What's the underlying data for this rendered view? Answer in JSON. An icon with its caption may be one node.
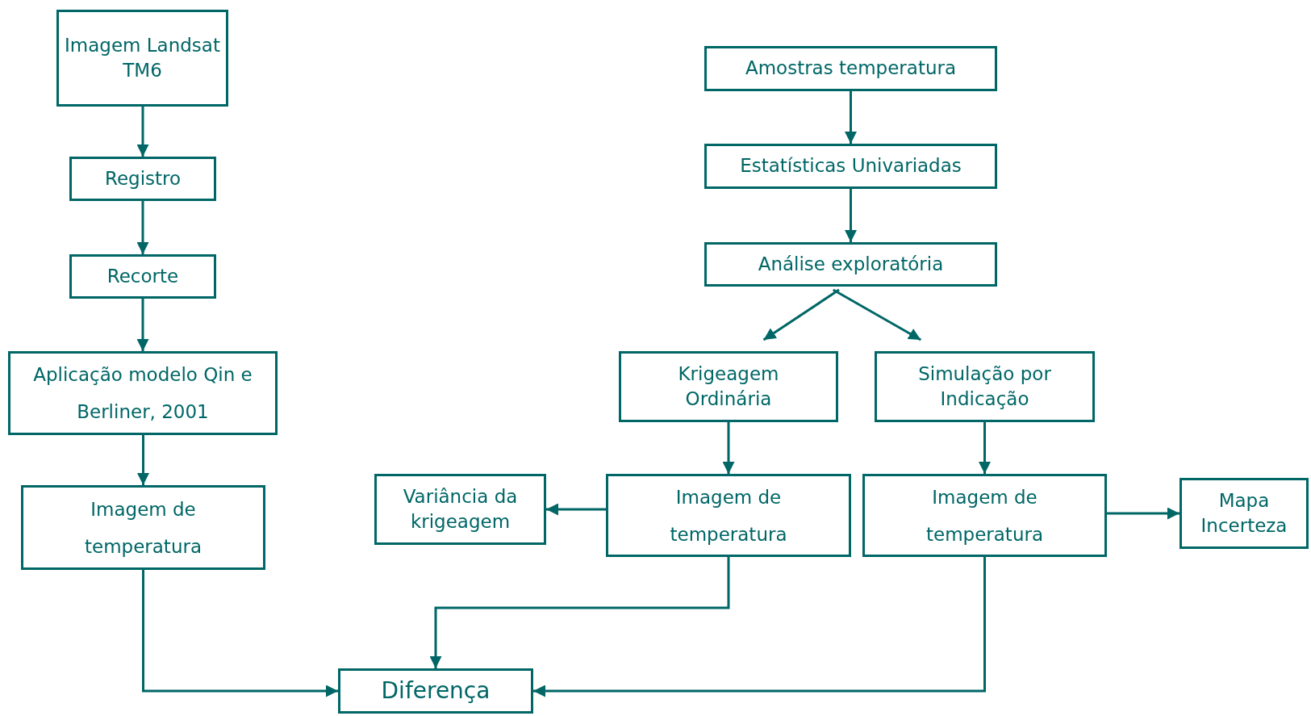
{
  "diagram": {
    "nodes": [
      {
        "text": [
          "Imagem Landsat TM6"
        ]
      },
      {
        "text": [
          "Registro"
        ]
      },
      {
        "text": [
          "Recorte"
        ]
      },
      {
        "text": [
          "Aplicação modelo Qin e Berliner, 2001"
        ]
      },
      {
        "text": [
          "Imagem de temperatura"
        ]
      },
      {
        "text": [
          "Amostras temperatura"
        ]
      },
      {
        "text": [
          "Estatísticas Univariadas"
        ]
      },
      {
        "text": [
          "Análise exploratória"
        ]
      },
      {
        "text": [
          "Krigeagem Ordinária"
        ]
      },
      {
        "text": [
          "Simulação por Indicação"
        ]
      },
      {
        "text": [
          "Variância da krigeagem"
        ]
      },
      {
        "text": [
          "Imagem de temperatura"
        ]
      },
      {
        "text": [
          "Imagem de temperatura"
        ]
      },
      {
        "text": [
          "Mapa Incerteza"
        ]
      },
      {
        "text": [
          "Diferença"
        ]
      }
    ],
    "edges": [
      {
        "from": 0,
        "to": 1,
        "arrow": "to"
      },
      {
        "from": 1,
        "to": 2,
        "arrow": "to"
      },
      {
        "from": 2,
        "to": 3,
        "arrow": "to"
      },
      {
        "from": 3,
        "to": 4,
        "arrow": "to"
      },
      {
        "from": 5,
        "to": 6,
        "arrow": "to"
      },
      {
        "from": 6,
        "to": 7,
        "arrow": "to"
      },
      {
        "from": 7,
        "to": 8,
        "arrow": "to"
      },
      {
        "from": 7,
        "to": 9,
        "arrow": "to"
      },
      {
        "from": 8,
        "to": 11,
        "arrow": "to"
      },
      {
        "from": 9,
        "to": 12,
        "arrow": "to"
      },
      {
        "from": 11,
        "to": 10,
        "arrow": "to"
      },
      {
        "from": 12,
        "to": 13,
        "arrow": "to"
      },
      {
        "from": 4,
        "to": 14,
        "arrow": "to"
      },
      {
        "from": 11,
        "to": 14,
        "arrow": "to"
      },
      {
        "from": 12,
        "to": 14,
        "arrow": "to"
      }
    ]
  }
}
